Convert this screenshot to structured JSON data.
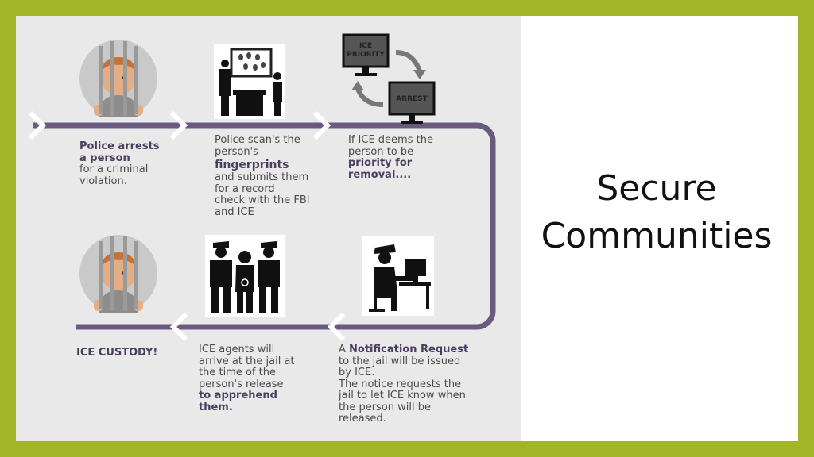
{
  "slide": {
    "title_line1": "Secure",
    "title_line2": "Communities"
  },
  "steps": [
    {
      "id": "arrest",
      "lines": [
        "Police arrests",
        "a person"
      ],
      "rest": [
        "for a criminal",
        "violation."
      ]
    },
    {
      "id": "fingerprints",
      "pre": [
        "Police scan's the",
        "person's"
      ],
      "bold": "fingerprints",
      "post": [
        "and submits them",
        "for a record",
        "check with the FBI",
        "and ICE"
      ]
    },
    {
      "id": "priority",
      "pre": [
        "If ICE deems the",
        "person to be"
      ],
      "bold": [
        "priority for",
        "removal...."
      ]
    },
    {
      "id": "notification",
      "pre": "A ",
      "bold": "Notification Request",
      "post": [
        "to the jail will be issued",
        "by ICE.",
        "The notice requests the",
        "jail to let ICE know when",
        "the person will be",
        "released."
      ]
    },
    {
      "id": "apprehend",
      "pre": [
        "ICE agents will",
        "arrive at the jail at",
        "the time of the",
        "person's release"
      ],
      "bold": [
        "to apprehend",
        "them."
      ]
    },
    {
      "id": "custody",
      "bold": "ICE CUSTODY!"
    }
  ],
  "monitors": {
    "priority_line1": "ICE",
    "priority_line2": "PRIORITY",
    "arrest": "ARREST"
  },
  "colors": {
    "frame": "#a1b527",
    "flow_line": "#6a5a80",
    "bold_text": "#4b3d60"
  },
  "icons": [
    "prisoner-icon",
    "fingerprint-scan-icon",
    "monitor-cycle-icon",
    "officer-computer-icon",
    "agents-escort-icon",
    "prisoner-icon"
  ]
}
